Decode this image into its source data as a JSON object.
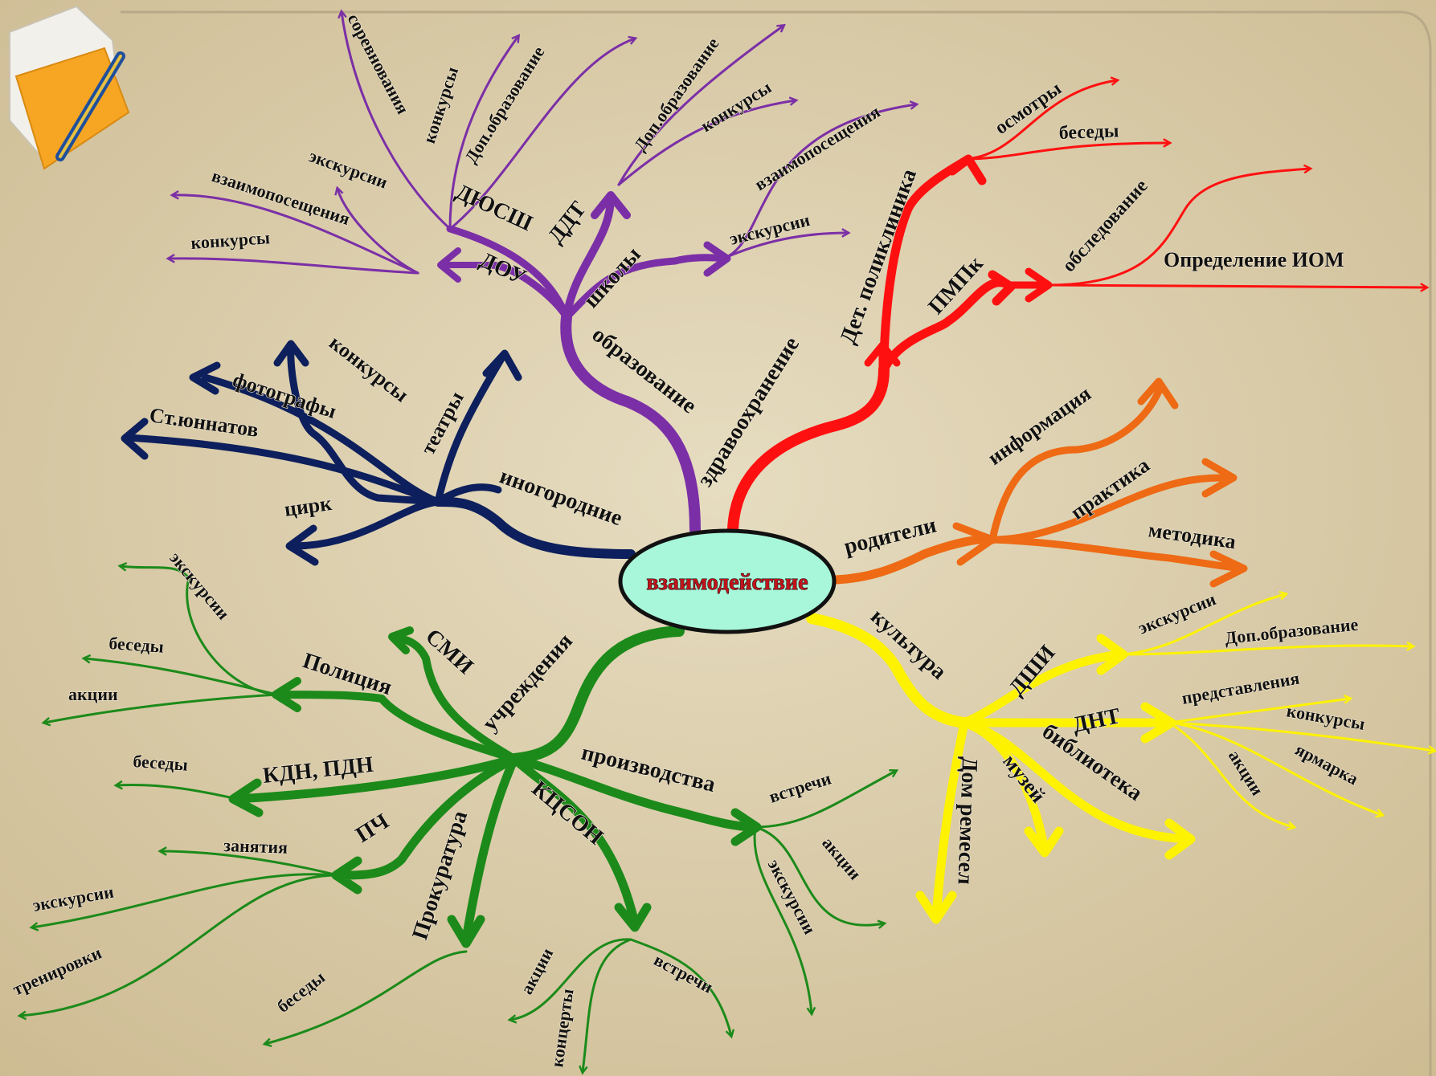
{
  "center": {
    "label": "взаимодействие"
  },
  "colors": {
    "purple": "#7b2fa6",
    "navy": "#0d1f5c",
    "red": "#ff1010",
    "orange": "#ee6a14",
    "yellow": "#fdf200",
    "green": "#1c8a1a",
    "center_fill": "#a8f7da",
    "background": "#d8c9a6"
  },
  "icons": {
    "corner": "folder-pencil-icon"
  },
  "branches": {
    "education": {
      "label": "образование",
      "doy": {
        "label": "ДОУ",
        "items": [
          "экскурсии",
          "взаимопосещения",
          "конкурсы"
        ]
      },
      "dyussh": {
        "label": "ДЮСШ",
        "items": [
          "соревнования",
          "конкурсы",
          "Доп.образование"
        ]
      },
      "ddt": {
        "label": "ДДТ",
        "items": [
          "Доп.образование",
          "конкурсы"
        ]
      },
      "schools": {
        "label": "школы",
        "items": [
          "взаимопосещения",
          "экскурсии"
        ]
      }
    },
    "nonresident": {
      "label": "иногородние",
      "items": [
        "конкурсы",
        "фотографы",
        "Ст.юннатов",
        "театры",
        "цирк"
      ]
    },
    "health": {
      "label": "здравоохранение",
      "clinic": {
        "label": "Дет. поликлиника",
        "items": [
          "осмотры",
          "беседы"
        ]
      },
      "pmpk": {
        "label": "ПМПк",
        "items": [
          "обследование",
          "Определение ИОМ"
        ]
      }
    },
    "parents": {
      "label": "родители",
      "items": [
        "информация",
        "практика",
        "методика"
      ]
    },
    "culture": {
      "label": "культура",
      "dshi": {
        "label": "ДШИ",
        "items": [
          "экскурсии",
          "Доп.образование"
        ]
      },
      "dnt": {
        "label": "ДНТ",
        "items": [
          "представления",
          "конкурсы",
          "акции",
          "ярмарка"
        ]
      },
      "others": [
        "Дом ремесел",
        "музей",
        "библиотека"
      ]
    },
    "institutions": {
      "label": "учреждения",
      "smi": {
        "label": "СМИ"
      },
      "police": {
        "label": "Полиция",
        "items": [
          "экскурсии",
          "беседы",
          "акции"
        ]
      },
      "kdn": {
        "label": "КДН, ПДН",
        "items": [
          "беседы"
        ]
      },
      "pch": {
        "label": "ПЧ",
        "items": [
          "занятия",
          "экскурсии",
          "тренировки"
        ]
      },
      "prosecutor": {
        "label": "Прокуратура",
        "items": [
          "беседы"
        ]
      },
      "kcson": {
        "label": "КЦСОН",
        "items": [
          "акции",
          "концерты",
          "встречи"
        ]
      },
      "production": {
        "label": "производства",
        "items": [
          "встречи",
          "акции",
          "экскурсии"
        ]
      }
    }
  }
}
